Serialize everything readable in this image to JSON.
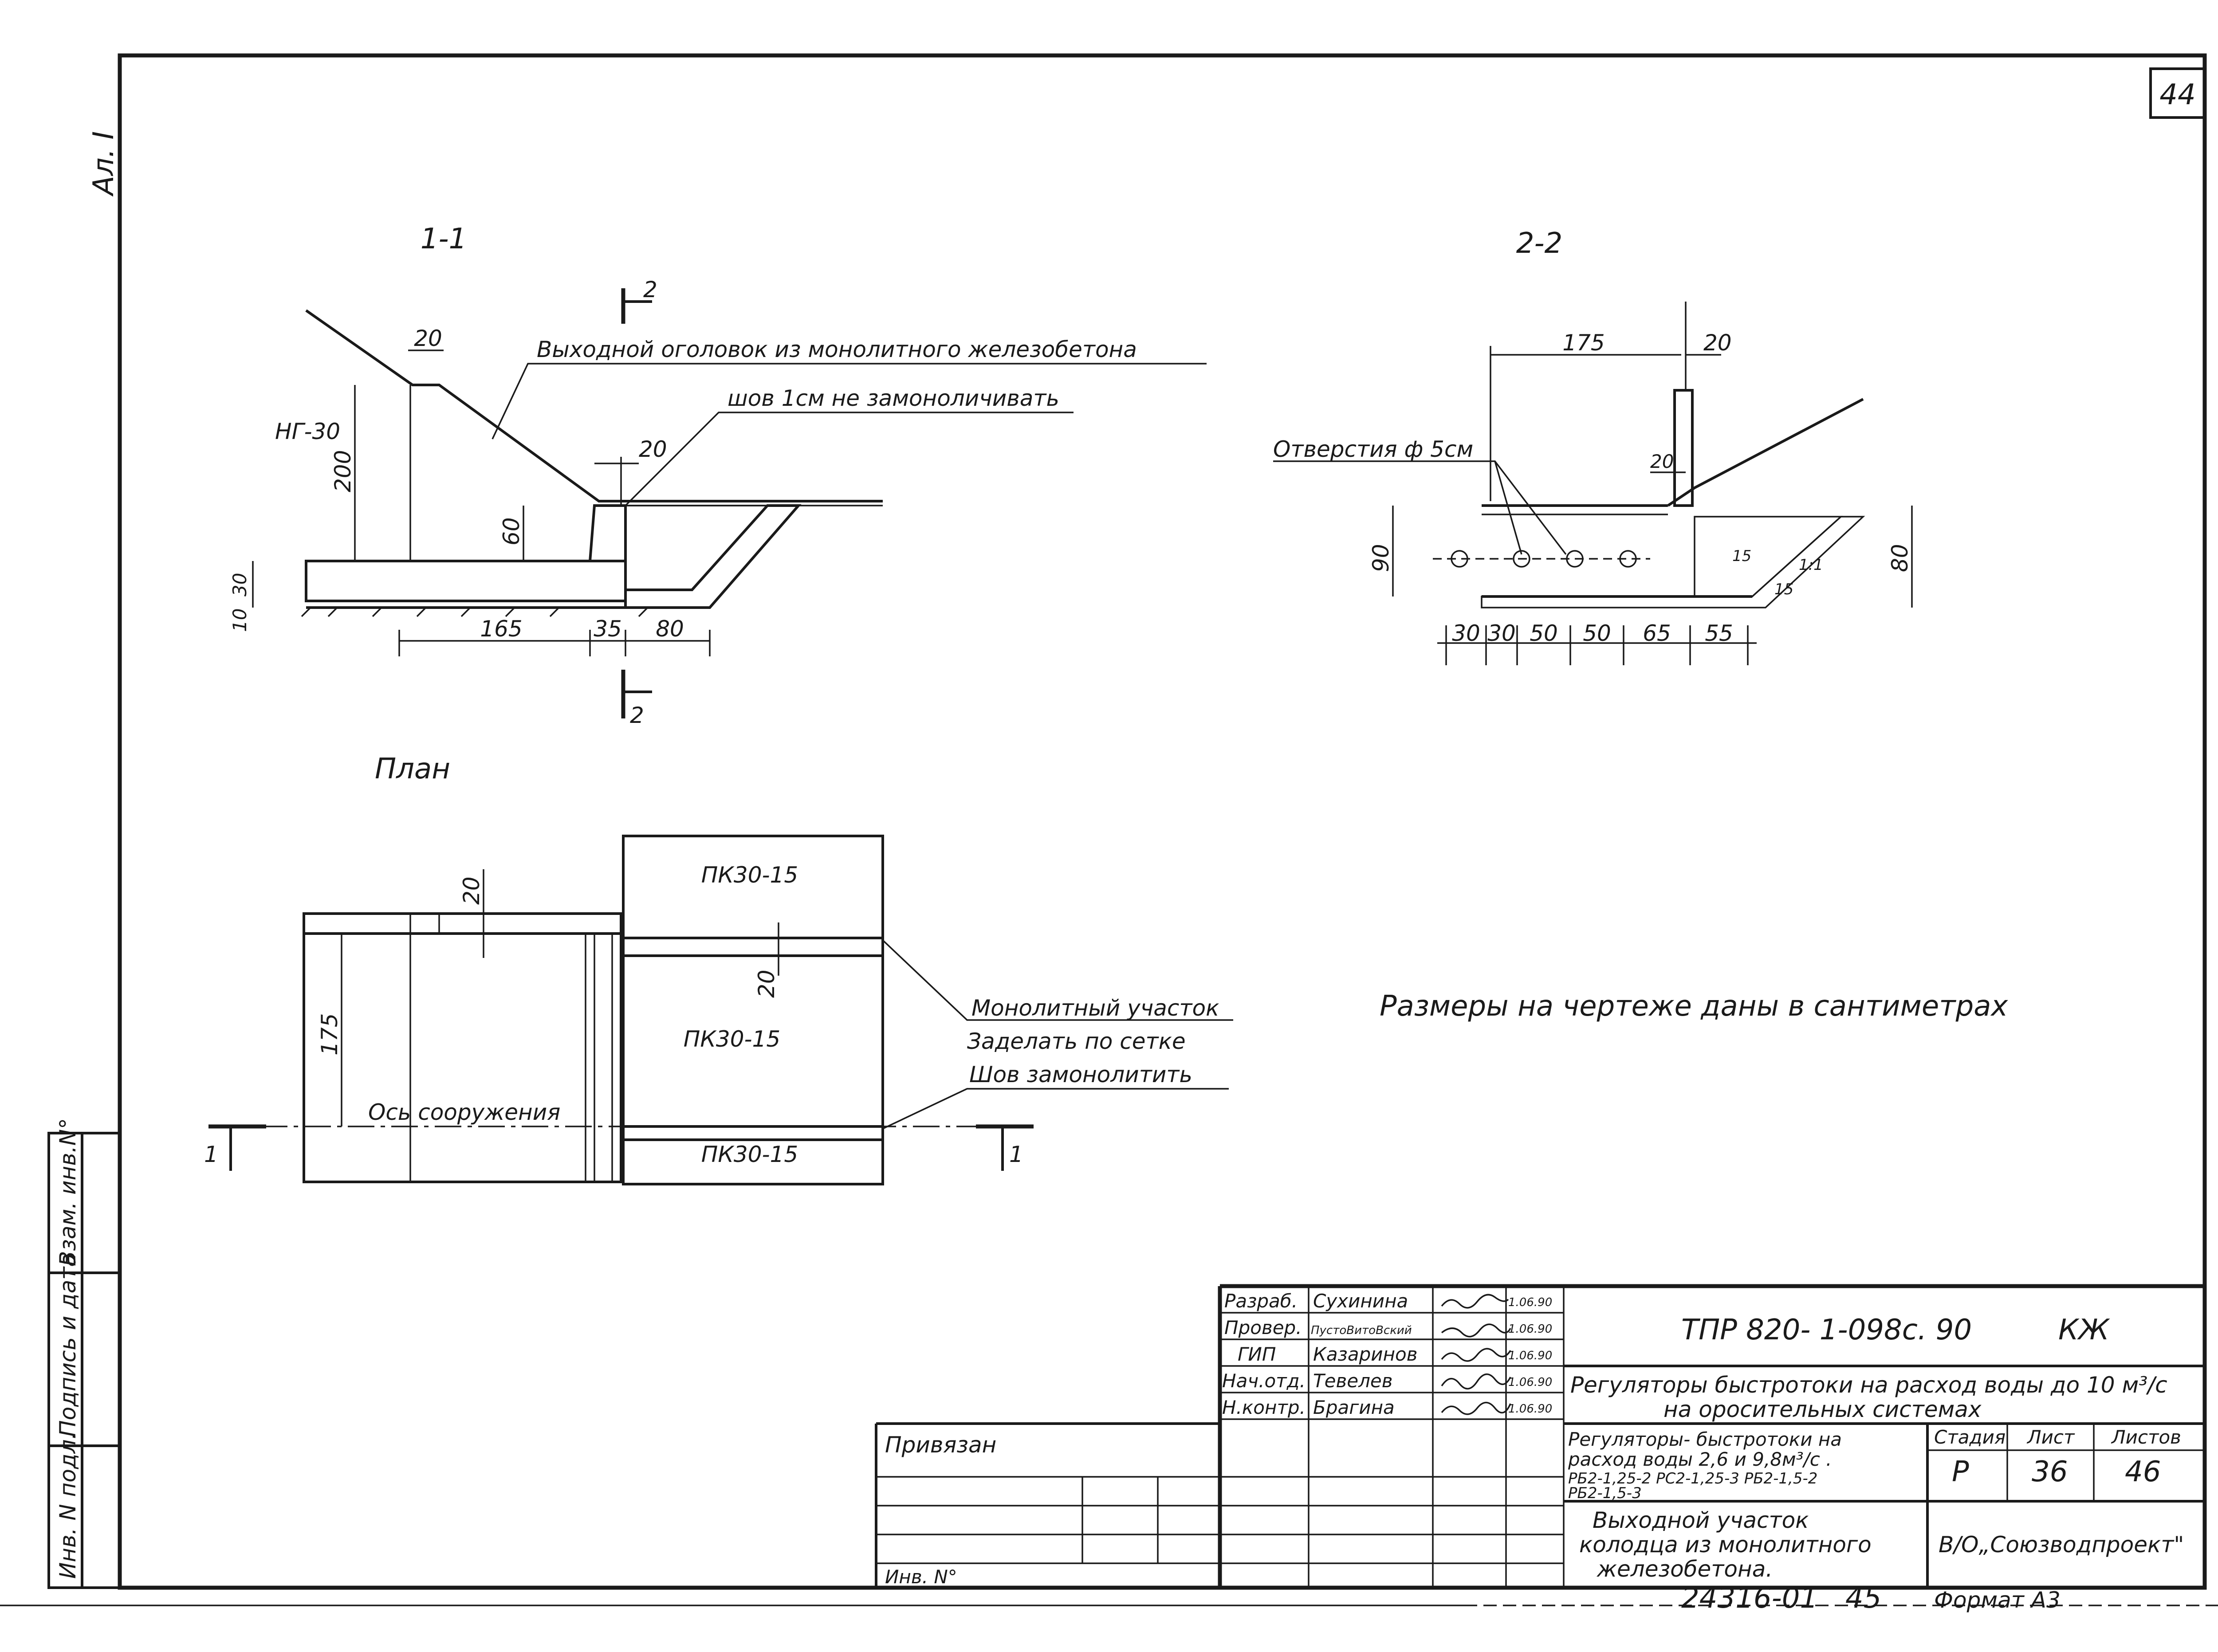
{
  "sheet": {
    "page_number": "44",
    "side_note": "Ал. I",
    "format": "Формат А3",
    "inventory_code": "24316-01",
    "inventory_suffix": "45"
  },
  "section_1_1": {
    "title": "1-1",
    "label_nr": "НГ-30",
    "callout_head": "Выходной оголовок из монолитного железобетона",
    "callout_seam": "шов 1см не замоноличивать",
    "dims": [
      "20",
      "200",
      "60",
      "20",
      "10",
      "30",
      "165",
      "35",
      "80"
    ],
    "cut_mark": "2"
  },
  "section_2_2": {
    "title": "2-2",
    "callout_holes": "Отверстия ф 5см",
    "dims_top": [
      "175",
      "20",
      "20"
    ],
    "dims_side": [
      "90",
      "80",
      "15",
      "15",
      "1:1"
    ],
    "dims_bottom": [
      "30",
      "30",
      "50",
      "50",
      "65",
      "55"
    ]
  },
  "plan": {
    "title": "План",
    "slabs": [
      "ПК30-15",
      "ПК30-15",
      "ПК30-15"
    ],
    "axis_label": "Ось сооружения",
    "callout_mono_1": "Монолитный участок",
    "callout_mono_2": "Заделать по сетке",
    "callout_seam": "Шов замонолитить",
    "dims": [
      "20",
      "20",
      "175"
    ],
    "cut_mark": "1"
  },
  "note": "Размеры на чертеже даны в сантиметрах",
  "left_strip": [
    "Инв. N подл.",
    "Подпись и дата",
    "Взам. инв.N°"
  ],
  "title_block": {
    "code": "ТПР 820- 1-098с. 90",
    "mark": "КЖ",
    "project_title_1": "Регуляторы быстротоки на расход воды до 10 м³/с",
    "project_title_2": "на оросительных системах",
    "sub_1": "Регуляторы- быстротоки на",
    "sub_2": "расход воды 2,6 и 9,8м³/с .",
    "sub_3": "РБ2-1,25-2  РС2-1,25-3  РБ2-1,5-2",
    "sub_4": "РБ2-1,5-3",
    "sheet_title_1": "Выходной участок",
    "sheet_title_2": "колодца из монолитного",
    "sheet_title_3": "железобетона.",
    "stage_label": "Стадия",
    "sheet_label": "Лист",
    "sheets_label": "Листов",
    "stage_value": "Р",
    "sheet_value": "36",
    "sheets_value": "46",
    "org": "В/О„Союзводпроект\"",
    "linked": "Привязан",
    "inv_label": "Инв. N°",
    "signers": [
      {
        "role": "Разраб.",
        "name": "Сухинина",
        "date": "1.06.90"
      },
      {
        "role": "Провер.",
        "name": "ПустоВитоВский",
        "date": "1.06.90"
      },
      {
        "role": "ГИП",
        "name": "Казаринов",
        "date": "1.06.90"
      },
      {
        "role": "Нач.отд.",
        "name": "Тевелев",
        "date": "1.06.90"
      },
      {
        "role": "Н.контр.",
        "name": "Брагина",
        "date": "1.06.90"
      }
    ]
  }
}
